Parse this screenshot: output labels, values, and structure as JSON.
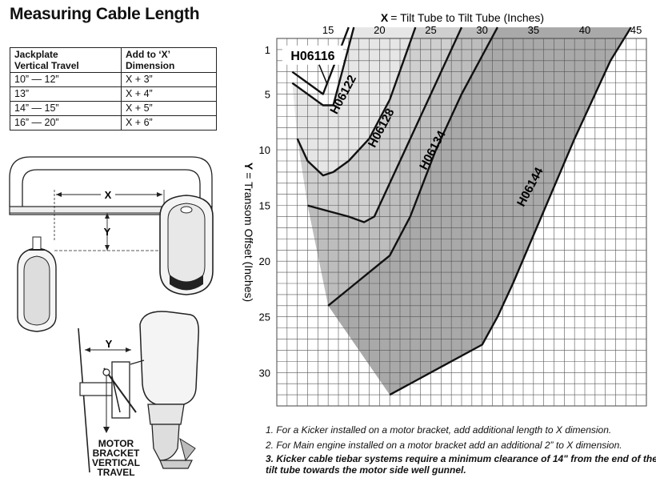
{
  "page_title": "Measuring Cable Length",
  "table": {
    "headers": [
      "Jackplate\nVertical Travel",
      "Add to ‘X’\nDimension"
    ],
    "header_col1": "Jackplate",
    "header_col1b": "Vertical Travel",
    "header_col2": "Add to ‘X’",
    "header_col2b": "Dimension",
    "rows": [
      {
        "travel": "10” — 12”",
        "add": "X + 3”"
      },
      {
        "travel": "13”",
        "add": "X + 4”"
      },
      {
        "travel": "14” — 15”",
        "add": "X + 5”"
      },
      {
        "travel": "16” — 20”",
        "add": "X + 6”"
      }
    ]
  },
  "illustration": {
    "x_label": "X",
    "y_label": "Y",
    "y_label_2": "Y",
    "motor_bracket_label": "MOTOR BRACKET VERTICAL TRAVEL",
    "mb1": "MOTOR",
    "mb2": "BRACKET",
    "mb3": "VERTICAL",
    "mb4": "TRAVEL"
  },
  "notes": [
    "1. For a Kicker installed on a motor bracket, add additional length to X dimension.",
    "2. For Main engine installed on a motor bracket add an additional 2” to X dimension.",
    "3. Kicker cable tiebar systems require a minimum clearance of 14\" from the end of the",
    "tilt tube towards the motor side well gunnel."
  ],
  "chart_data": {
    "type": "line",
    "title": "",
    "xlabel_bold": "X",
    "xlabel": "= Tilt Tube to Tilt Tube (Inches)",
    "ylabel_bold": "Y",
    "ylabel": "= Transom Offset (Inches)",
    "xlim": [
      10,
      46
    ],
    "ylim": [
      0,
      33
    ],
    "y_inverted": true,
    "x_axis_position": "top",
    "grid": true,
    "xticks": [
      15,
      20,
      25,
      30,
      35,
      40,
      45
    ],
    "yticks": [
      1,
      5,
      10,
      15,
      20,
      25,
      30
    ],
    "series": [
      {
        "name": "H06116",
        "points": [
          [
            11.5,
            3
          ],
          [
            14.5,
            5
          ],
          [
            17,
            -1
          ]
        ],
        "label_style": "boxed"
      },
      {
        "name": "H06122",
        "points": [
          [
            11.5,
            4
          ],
          [
            13,
            5
          ],
          [
            14.5,
            6
          ],
          [
            15.5,
            6
          ],
          [
            17.5,
            -1
          ]
        ]
      },
      {
        "name": "H06128",
        "points": [
          [
            12,
            9
          ],
          [
            13,
            11
          ],
          [
            14.5,
            12.3
          ],
          [
            15.5,
            12
          ],
          [
            17,
            11
          ],
          [
            19,
            9
          ],
          [
            21,
            5.5
          ],
          [
            23.5,
            -1
          ]
        ]
      },
      {
        "name": "H06134",
        "points": [
          [
            13,
            15
          ],
          [
            15,
            15.5
          ],
          [
            17,
            16
          ],
          [
            18.5,
            16.5
          ],
          [
            19.5,
            16
          ],
          [
            21,
            13
          ],
          [
            24,
            7
          ],
          [
            28,
            -1
          ]
        ]
      },
      {
        "name": "H06144",
        "points": [
          [
            15,
            24
          ],
          [
            17,
            22.5
          ],
          [
            19,
            21
          ],
          [
            21,
            19.5
          ],
          [
            23,
            16
          ],
          [
            25.5,
            10
          ],
          [
            28,
            5
          ],
          [
            31.5,
            -1
          ]
        ]
      },
      {
        "name": "",
        "points": [
          [
            21,
            32
          ],
          [
            26,
            29.5
          ],
          [
            30,
            27.5
          ],
          [
            31.5,
            25
          ],
          [
            33,
            22
          ],
          [
            36,
            15.5
          ],
          [
            39,
            9
          ],
          [
            42.5,
            2
          ],
          [
            44.5,
            -1
          ]
        ]
      }
    ],
    "label_positions": [
      {
        "name": "H06116",
        "x": 13.5,
        "y": 1.5
      },
      {
        "name": "H06122",
        "x": 16.8,
        "y": 5.2
      },
      {
        "name": "H06128",
        "x": 20.5,
        "y": 8.2
      },
      {
        "name": "H06134",
        "x": 25.5,
        "y": 10.2
      },
      {
        "name": "H06144",
        "x": 35,
        "y": 13.5
      }
    ]
  }
}
